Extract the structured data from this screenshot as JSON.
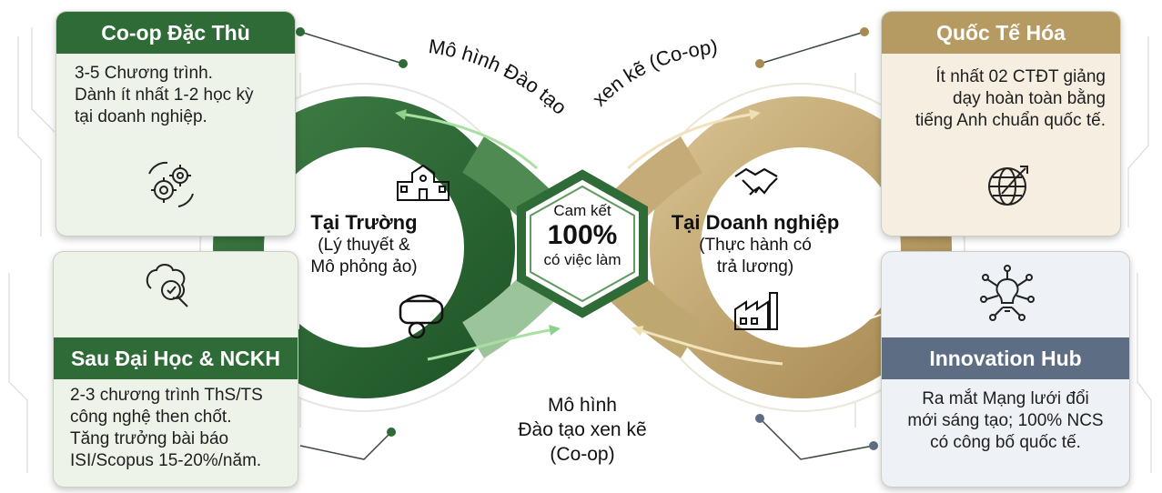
{
  "top_curve_label_left": "Mô hình Đào tạo",
  "top_curve_label_right": "xen kẽ (Co-op)",
  "bottom_label": [
    "Mô hình",
    "Đào tạo xen kẽ",
    "(Co-op)"
  ],
  "center": {
    "line1": "Cam kết",
    "line2": "100%",
    "line3": "có việc làm"
  },
  "left_loop": {
    "title": "Tại Trường",
    "sub1": "(Lý thuyết &",
    "sub2": "Mô phỏng ảo)"
  },
  "right_loop": {
    "title": "Tại Doanh nghiệp",
    "sub1": "(Thực hành có",
    "sub2": "trả lương)"
  },
  "cards": {
    "coop": {
      "title": "Co-op Đặc Thù",
      "lines": [
        "3-5 Chương trình.",
        "Dành ít nhất 1-2 học kỳ",
        "tại doanh nghiệp."
      ]
    },
    "intl": {
      "title": "Quốc Tế Hóa",
      "lines": [
        "Ít nhất 02 CTĐT giảng",
        "dạy hoàn toàn bằng",
        "tiếng Anh chuẩn quốc tế."
      ]
    },
    "postgrad": {
      "title": "Sau Đại Học & NCKH",
      "lines": [
        "2-3 chương trình ThS/TS",
        "công nghệ then chốt.",
        "Tăng trưởng bài báo",
        "ISI/Scopus 15-20%/năm."
      ]
    },
    "innov": {
      "title": "Innovation Hub",
      "lines": [
        "Ra mắt Mạng lưới đổi",
        "mới sáng tạo; 100% NCS",
        "có công bố quốc tế."
      ]
    }
  },
  "colors": {
    "green_dark": "#2f6b37",
    "green_mid": "#5f9a5e",
    "gold": "#b59a62",
    "slate": "#5d6d84",
    "card_green_bg": "#eef3e9",
    "card_gold_bg": "#f6efe1",
    "card_slate_bg": "#eef1f5"
  },
  "icons": [
    "gears-icon",
    "globe-growth-icon",
    "brain-magnifier-icon",
    "lightbulb-network-icon",
    "school-building-icon",
    "vr-headset-icon",
    "handshake-icon",
    "factory-icon",
    "book-icon",
    "teacher-board-icon",
    "coin-hand-icon"
  ]
}
